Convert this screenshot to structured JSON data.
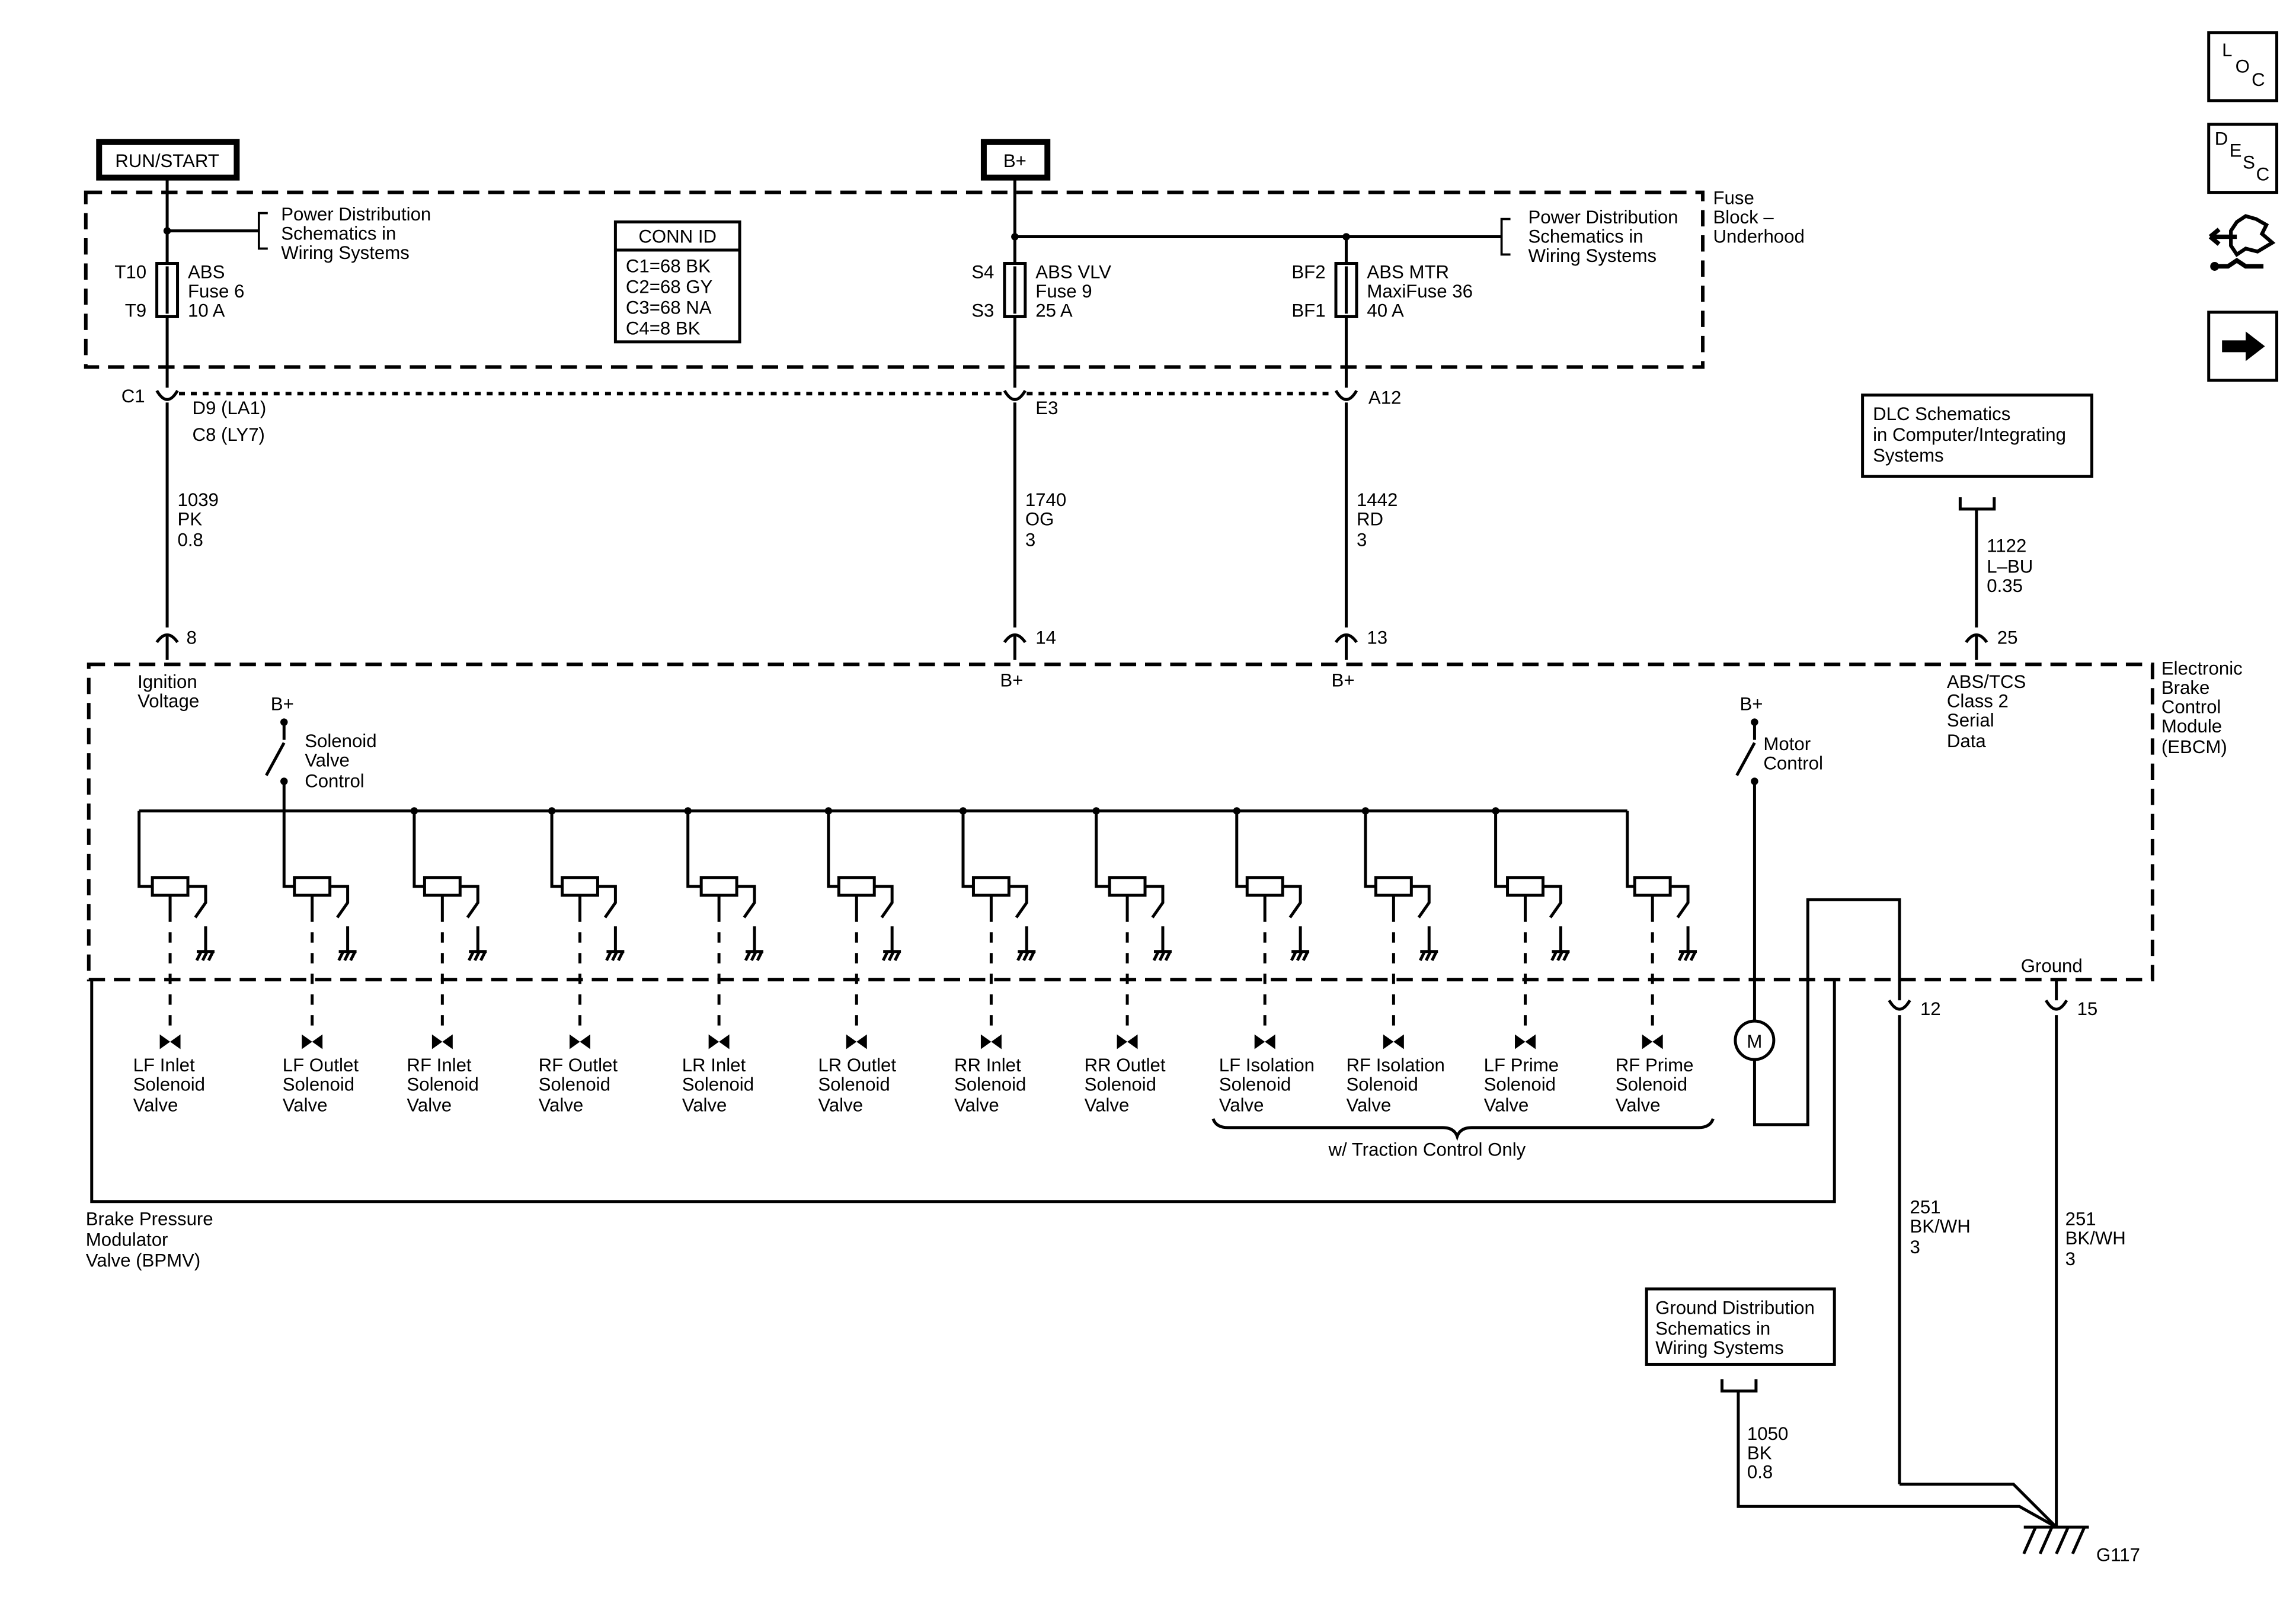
{
  "power_sources": {
    "run_start": "RUN/START",
    "b_plus": "B+"
  },
  "fuse_block": {
    "label_line1": "Fuse",
    "label_line2": "Block –",
    "label_line3": "Underhood",
    "pd_ref_left": [
      "Power Distribution",
      "Schematics in",
      "Wiring  Systems"
    ],
    "pd_ref_right": [
      "Power Distribution",
      "Schematics in",
      "Wiring  Systems"
    ],
    "conn_id": {
      "title": "CONN ID",
      "lines": [
        "C1=68 BK",
        "C2=68 GY",
        "C3=68 NA",
        "C4=8 BK"
      ]
    },
    "fuses": [
      {
        "top_pin": "T10",
        "bottom_pin": "T9",
        "lines": [
          "ABS",
          "Fuse 6",
          "10 A"
        ]
      },
      {
        "top_pin": "S4",
        "bottom_pin": "S3",
        "lines": [
          "ABS VLV",
          "Fuse 9",
          "25 A"
        ]
      },
      {
        "top_pin": "BF2",
        "bottom_pin": "BF1",
        "lines": [
          "ABS MTR",
          "MaxiFuse 36",
          "40 A"
        ]
      }
    ],
    "connectors": {
      "c1": "C1",
      "d9": "D9 (LA1)",
      "c8": "C8 (LY7)",
      "e3": "E3",
      "a12": "A12"
    }
  },
  "wires": [
    {
      "circuit": "1039",
      "color": "PK",
      "gauge": "0.8"
    },
    {
      "circuit": "1740",
      "color": "OG",
      "gauge": "3"
    },
    {
      "circuit": "1442",
      "color": "RD",
      "gauge": "3"
    },
    {
      "circuit": "1122",
      "color": "L–BU",
      "gauge": "0.35"
    },
    {
      "circuit": "251",
      "color": "BK/WH",
      "gauge": "3"
    },
    {
      "circuit": "251",
      "color": "BK/WH",
      "gauge": "3"
    },
    {
      "circuit": "1050",
      "color": "BK",
      "gauge": "0.8"
    }
  ],
  "dlc_ref": [
    "DLC Schematics",
    "in Computer/Integrating",
    "Systems"
  ],
  "ground_ref": [
    "Ground Distribution",
    "Schematics in",
    "Wiring Systems"
  ],
  "ebcm": {
    "label": [
      "Electronic",
      "Brake",
      "Control",
      "Module",
      "(EBCM)"
    ],
    "pins": {
      "p8": "8",
      "p14": "14",
      "p13": "13",
      "p25": "25",
      "p12": "12",
      "p15": "15"
    },
    "ignition_voltage": [
      "Ignition",
      "Voltage"
    ],
    "b_plus_14": "B+",
    "b_plus_13": "B+",
    "serial_data": [
      "ABS/TCS",
      "Class 2",
      "Serial",
      "Data"
    ],
    "ground": "Ground",
    "solenoid_bplus": "B+",
    "solenoid_control": [
      "Solenoid",
      "Valve",
      "Control"
    ],
    "motor_bplus": "B+",
    "motor_control": [
      "Motor",
      "Control"
    ],
    "motor_symbol": "M"
  },
  "valves": [
    [
      "LF Inlet",
      "Solenoid",
      "Valve"
    ],
    [
      "LF Outlet",
      "Solenoid",
      "Valve"
    ],
    [
      "RF Inlet",
      "Solenoid",
      "Valve"
    ],
    [
      "RF Outlet",
      "Solenoid",
      "Valve"
    ],
    [
      "LR Inlet",
      "Solenoid",
      "Valve"
    ],
    [
      "LR Outlet",
      "Solenoid",
      "Valve"
    ],
    [
      "RR Inlet",
      "Solenoid",
      "Valve"
    ],
    [
      "RR Outlet",
      "Solenoid",
      "Valve"
    ],
    [
      "LF Isolation",
      "Solenoid",
      "Valve"
    ],
    [
      "RF Isolation",
      "Solenoid",
      "Valve"
    ],
    [
      "LF Prime",
      "Solenoid",
      "Valve"
    ],
    [
      "RF Prime",
      "Solenoid",
      "Valve"
    ]
  ],
  "traction_note": "w/ Traction Control Only",
  "bpmv": [
    "Brake Pressure",
    "Modulator",
    "Valve (BPMV)"
  ],
  "ground_point": "G117",
  "nav": {
    "loc": [
      "L",
      "O",
      "C"
    ],
    "desc": [
      "D",
      "E",
      "S",
      "C"
    ],
    "connector_icon": "connector-icon",
    "next_icon": "arrow-right-icon"
  }
}
